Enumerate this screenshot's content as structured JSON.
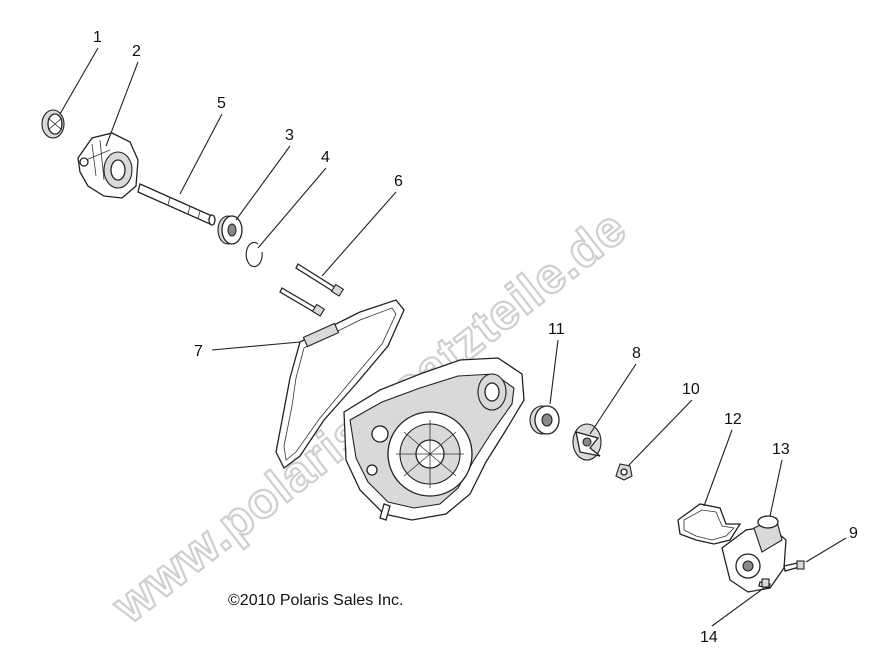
{
  "copyright": "©2010 Polaris Sales Inc.",
  "watermark": "www.polarisersatzteile.de",
  "callouts": {
    "c1": "1",
    "c2": "2",
    "c3": "3",
    "c4": "4",
    "c5": "5",
    "c6": "6",
    "c7": "7",
    "c8": "8",
    "c9": "9",
    "c10": "10",
    "c11": "11",
    "c12": "12",
    "c13": "13",
    "c14": "14"
  }
}
